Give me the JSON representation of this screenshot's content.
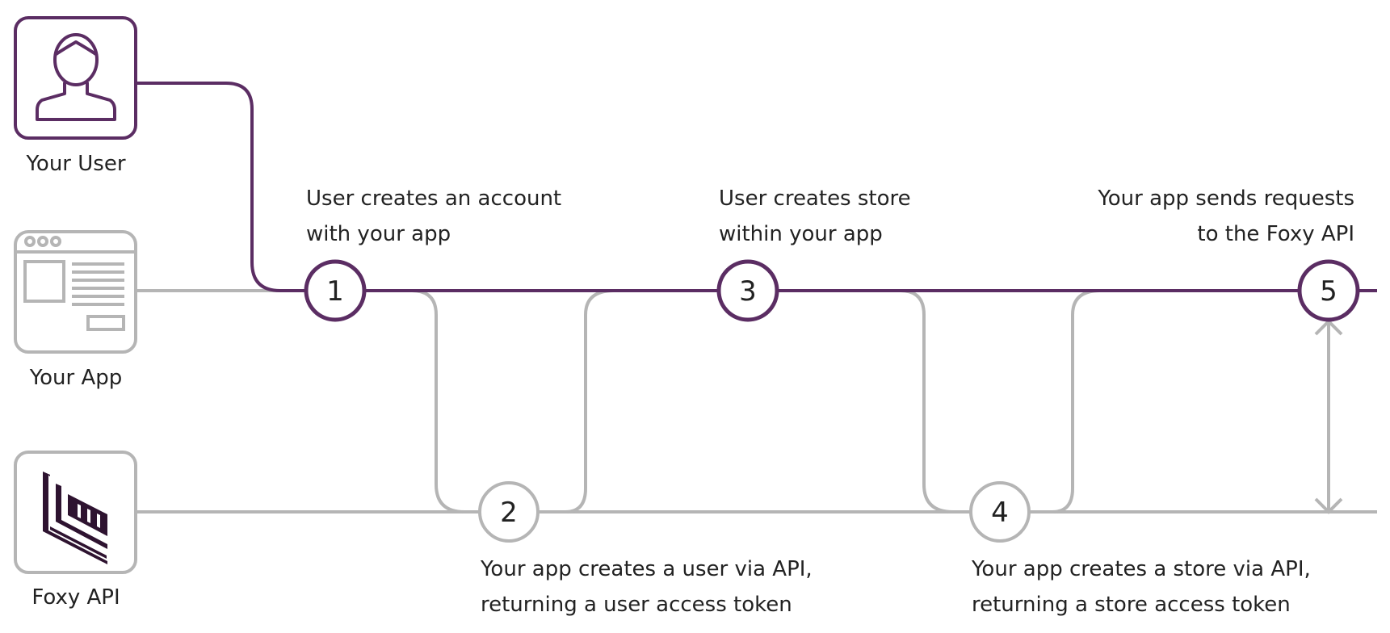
{
  "colors": {
    "accent": "#5b2d63",
    "muted": "#b5b5b5",
    "logo": "#2e1330"
  },
  "actors": {
    "user": {
      "label": "Your User",
      "icon": "user-icon"
    },
    "app": {
      "label": "Your App",
      "icon": "browser-window-icon"
    },
    "api": {
      "label": "Foxy API",
      "icon": "foxy-logo-icon"
    }
  },
  "steps": [
    {
      "number": "1",
      "lines": [
        "User creates an account",
        "with your app"
      ]
    },
    {
      "number": "2",
      "lines": [
        "Your app creates a user via API,",
        "returning a user access token"
      ]
    },
    {
      "number": "3",
      "lines": [
        "User creates store",
        "within your app"
      ]
    },
    {
      "number": "4",
      "lines": [
        "Your app creates a store via API,",
        "returning a store access token"
      ]
    },
    {
      "number": "5",
      "lines": [
        "Your app sends requests",
        "to the Foxy API"
      ]
    }
  ]
}
